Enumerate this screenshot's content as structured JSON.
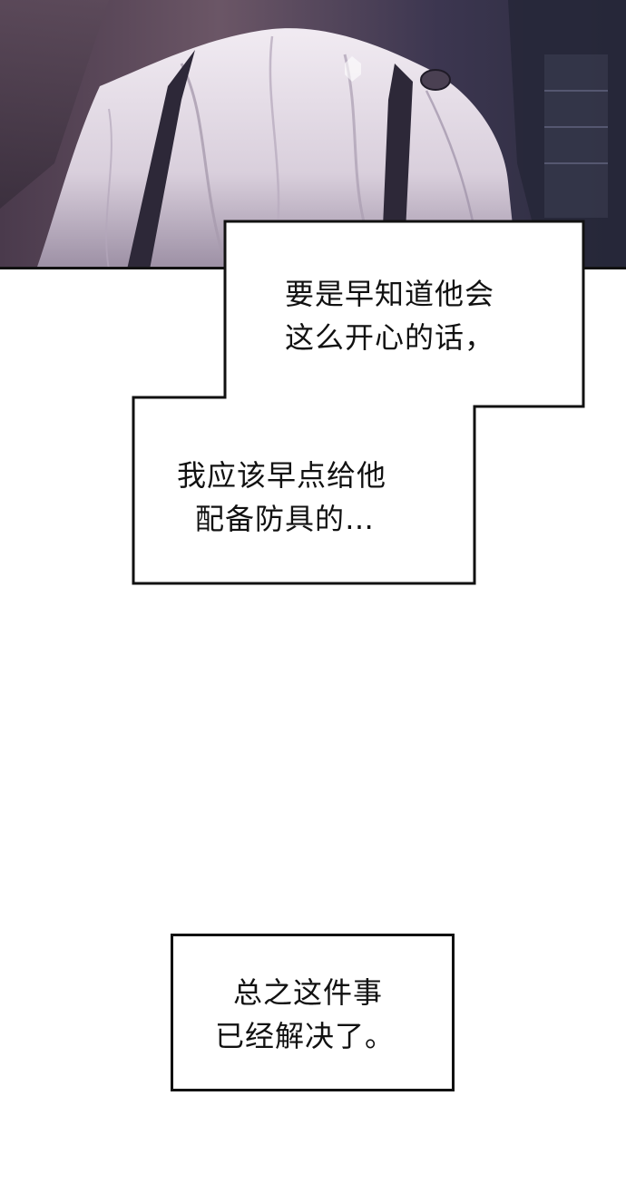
{
  "panel_art": {
    "scene": "cloth-drape-icon"
  },
  "captions": {
    "first": {
      "line1": "要是早知道他会",
      "line2": "这么开心的话，"
    },
    "second": {
      "line1": "我应该早点给他",
      "line2": "配备防具的…"
    },
    "third": {
      "line1": "总之这件事",
      "line2": "已经解决了。"
    }
  },
  "colors": {
    "ink": "#111111",
    "paper": "#ffffff",
    "shadow_purple": "#3b3347",
    "cloth_light": "#e6dde8",
    "cloth_mid": "#b7a9bd"
  }
}
